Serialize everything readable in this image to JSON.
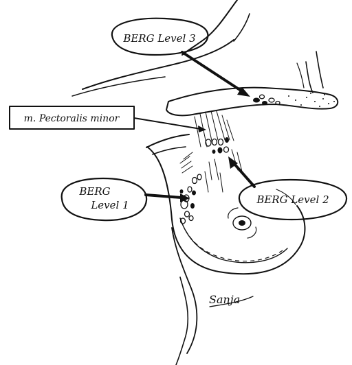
{
  "labels": {
    "berg_level_3": "BERG Level 3",
    "pectoralis_minor": "m. Pectoralis minor",
    "berg_level_1_line1": "BERG",
    "berg_level_1_line2": "Level 1",
    "berg_level_2": "BERG Level 2"
  },
  "signature": "Sanja"
}
